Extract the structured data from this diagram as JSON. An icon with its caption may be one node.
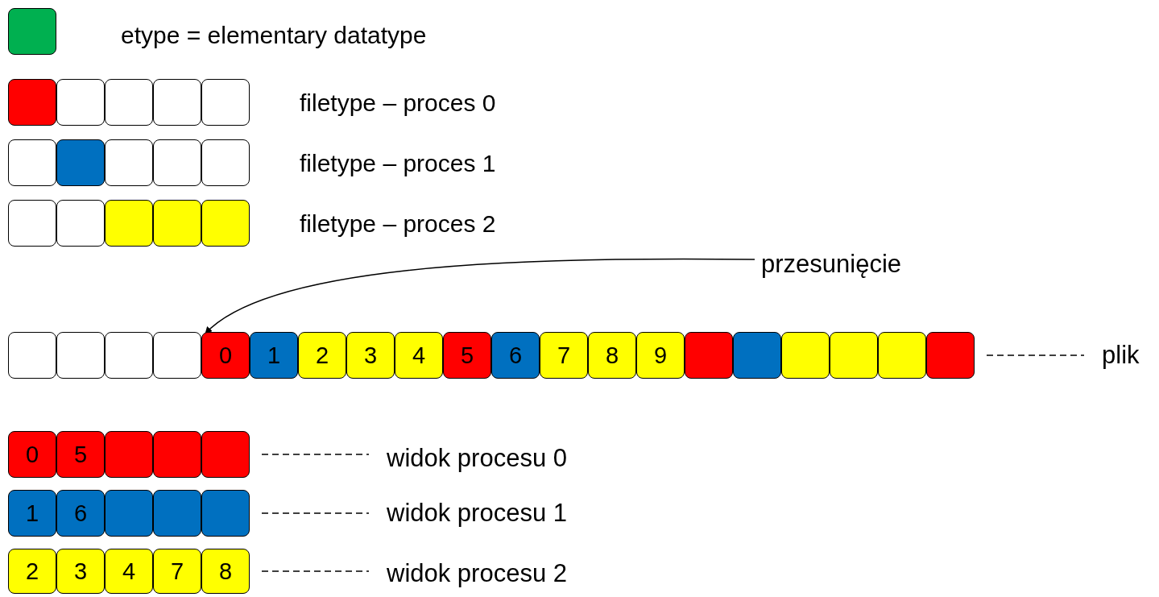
{
  "diagram": {
    "nodes": [
      {
        "text": [],
        "shape": "box"
      },
      {
        "text": [],
        "shape": "box"
      },
      {
        "text": [],
        "shape": "box"
      },
      {
        "text": [],
        "shape": "box"
      },
      {
        "text": [],
        "shape": "box"
      },
      {
        "text": [],
        "shape": "box"
      },
      {
        "text": [],
        "shape": "box"
      },
      {
        "text": [],
        "shape": "box"
      },
      {
        "text": [],
        "shape": "box"
      },
      {
        "text": [],
        "shape": "box"
      },
      {
        "text": [],
        "shape": "box"
      },
      {
        "text": [],
        "shape": "box"
      },
      {
        "text": [],
        "shape": "box"
      },
      {
        "text": [],
        "shape": "box"
      },
      {
        "text": [],
        "shape": "box"
      },
      {
        "text": [],
        "shape": "box"
      },
      {
        "text": [
          "przesunięcie"
        ]
      },
      {
        "text": [],
        "shape": "box"
      },
      {
        "text": [],
        "shape": "box"
      },
      {
        "text": [],
        "shape": "box"
      },
      {
        "text": [],
        "shape": "box"
      },
      {
        "text": [
          "0"
        ]
      },
      {
        "text": [
          "1"
        ]
      },
      {
        "text": [
          "2"
        ]
      },
      {
        "text": [
          "3"
        ]
      },
      {
        "text": [
          "4"
        ]
      },
      {
        "text": [
          "5"
        ]
      },
      {
        "text": [
          "6"
        ]
      },
      {
        "text": [
          "7"
        ]
      },
      {
        "text": [
          "8"
        ]
      },
      {
        "text": [
          "9"
        ]
      },
      {
        "text": [],
        "shape": "box"
      },
      {
        "text": [],
        "shape": "box"
      },
      {
        "text": [],
        "shape": "box"
      },
      {
        "text": [],
        "shape": "box"
      },
      {
        "text": [],
        "shape": "box"
      },
      {
        "text": [],
        "shape": "box"
      },
      {
        "text": [
          "plik"
        ]
      },
      {
        "text": [
          "0"
        ]
      },
      {
        "text": [
          "5"
        ]
      },
      {
        "text": [],
        "shape": "box"
      },
      {
        "text": [],
        "shape": "box"
      },
      {
        "text": [],
        "shape": "box"
      },
      {
        "text": [
          "widok procesu 0"
        ]
      },
      {
        "text": [
          "1"
        ]
      },
      {
        "text": [
          "6"
        ]
      },
      {
        "text": [],
        "shape": "box"
      },
      {
        "text": [],
        "shape": "box"
      },
      {
        "text": [],
        "shape": "box"
      },
      {
        "text": [
          "widok procesu 1"
        ]
      },
      {
        "text": [
          "2"
        ]
      },
      {
        "text": [
          "3"
        ]
      },
      {
        "text": [
          "4"
        ]
      },
      {
        "text": [
          "7"
        ]
      },
      {
        "text": [
          "8"
        ]
      },
      {
        "text": [
          "widok procesu 2"
        ]
      }
    ],
    "edges": [
      {
        "from": 16,
        "to": 21,
        "arrow": "to"
      },
      {
        "from": 36,
        "to": 37,
        "arrow": "none",
        "style": "dashed"
      },
      {
        "from": 42,
        "to": 43,
        "arrow": "none",
        "style": "dashed"
      },
      {
        "from": 48,
        "to": 49,
        "arrow": "none",
        "style": "dashed"
      },
      {
        "from": 54,
        "to": 55,
        "arrow": "none",
        "style": "dashed"
      }
    ],
    "labels": [
      "etype = elementary datatype",
      "filetype – proces 0",
      "filetype – proces 1",
      "filetype – proces 2"
    ]
  }
}
